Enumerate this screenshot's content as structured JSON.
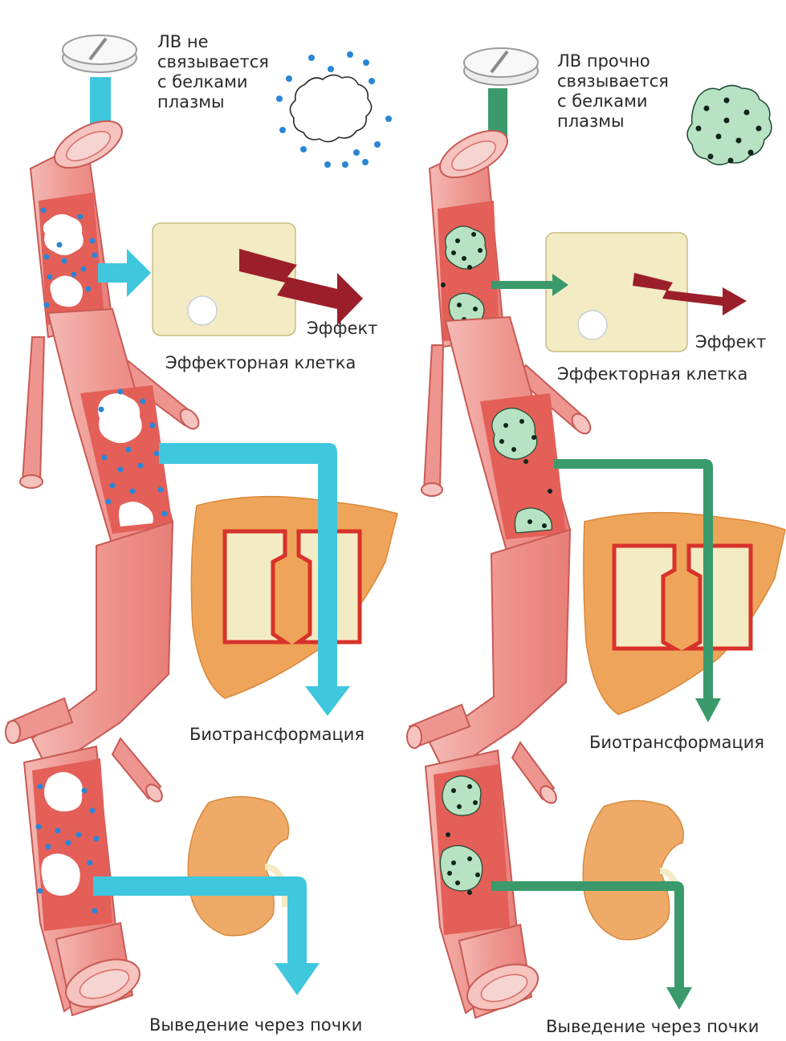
{
  "left_panel": {
    "drug_label": "ЛВ не\nсвязывается\nс белками\nплазмы",
    "effect_label": "Эффект",
    "effector_cell_label": "Эффекторная клетка",
    "biotransformation_label": "Биотрансформация",
    "excretion_label": "Выведение через почки",
    "arrow_color": "#3fc7de"
  },
  "right_panel": {
    "drug_label": "ЛВ прочно\nсвязывается\nс белками\nплазмы",
    "effect_label": "Эффект",
    "effector_cell_label": "Эффекторная клетка",
    "biotransformation_label": "Биотрансформация",
    "excretion_label": "Выведение через почки",
    "arrow_color": "#3a9a6b"
  },
  "colors": {
    "vessel_outer": "#ef9a95",
    "vessel_inner": "#e35f58",
    "protein_bound": "#b8e3c3",
    "free_drug_dot": "#2a86d6",
    "bound_drug_dot": "#10241a",
    "effect_arrow": "#9b1f2a",
    "cell_fill": "#f3ebc4",
    "liver": "#eea55a",
    "kidney": "#eeaa66"
  }
}
